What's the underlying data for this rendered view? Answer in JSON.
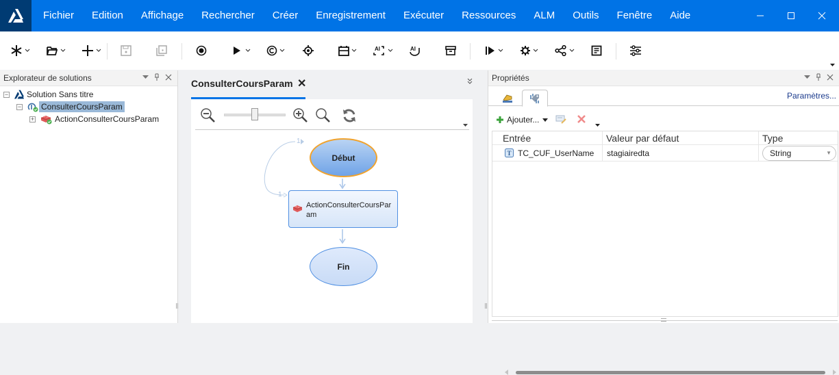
{
  "menubar": {
    "items": [
      "Fichier",
      "Edition",
      "Affichage",
      "Rechercher",
      "Créer",
      "Enregistrement",
      "Exécuter",
      "Ressources",
      "ALM",
      "Outils",
      "Fenêtre",
      "Aide"
    ],
    "brand_color": "#0073e6",
    "logo_bg": "#003b73"
  },
  "toolbar": {
    "buttons": [
      {
        "icon": "asterisk-new-icon",
        "dropdown": true
      },
      {
        "icon": "open-folder-icon",
        "dropdown": true
      },
      {
        "icon": "plus-add-icon",
        "dropdown": true
      },
      {
        "icon": "save-icon",
        "disabled": true
      },
      {
        "icon": "save-all-icon",
        "disabled": true
      },
      {
        "icon": "record-icon"
      },
      {
        "icon": "run-play-icon",
        "dropdown": true
      },
      {
        "icon": "copyright-icon",
        "dropdown": true
      },
      {
        "icon": "target-icon"
      },
      {
        "icon": "calendar-icon",
        "dropdown": true
      },
      {
        "icon": "ai-scan-icon",
        "dropdown": true
      },
      {
        "icon": "ai-icon"
      },
      {
        "icon": "archive-icon"
      },
      {
        "icon": "step-run-icon",
        "dropdown": true
      },
      {
        "icon": "settings-gear-icon",
        "dropdown": true
      },
      {
        "icon": "share-icon",
        "dropdown": true
      },
      {
        "icon": "document-icon"
      },
      {
        "icon": "sliders-icon"
      }
    ]
  },
  "explorer": {
    "title": "Explorateur de solutions",
    "tree": [
      {
        "label": "Solution Sans titre",
        "level": 0,
        "expanded": true
      },
      {
        "label": "ConsulterCoursParam",
        "level": 1,
        "expanded": true,
        "selected": true
      },
      {
        "label": "ActionConsulterCoursParam",
        "level": 2,
        "expanded": false
      }
    ]
  },
  "document": {
    "tab_title": "ConsulterCoursParam",
    "close_glyph": "✕",
    "flow": {
      "start_label": "Début",
      "action_label": "ActionConsulterCoursParam",
      "end_label": "Fin",
      "loop_count_top": "1",
      "loop_count_bottom": "1"
    }
  },
  "properties": {
    "title": "Propriétés",
    "parameters_link": "Paramètres...",
    "add_label": "Ajouter...",
    "columns": [
      "Entrée",
      "Valeur par défaut",
      "Type"
    ],
    "rows": [
      {
        "name": "TC_CUF_UserName",
        "default_value": "stagiairedta",
        "type": "String"
      }
    ]
  }
}
